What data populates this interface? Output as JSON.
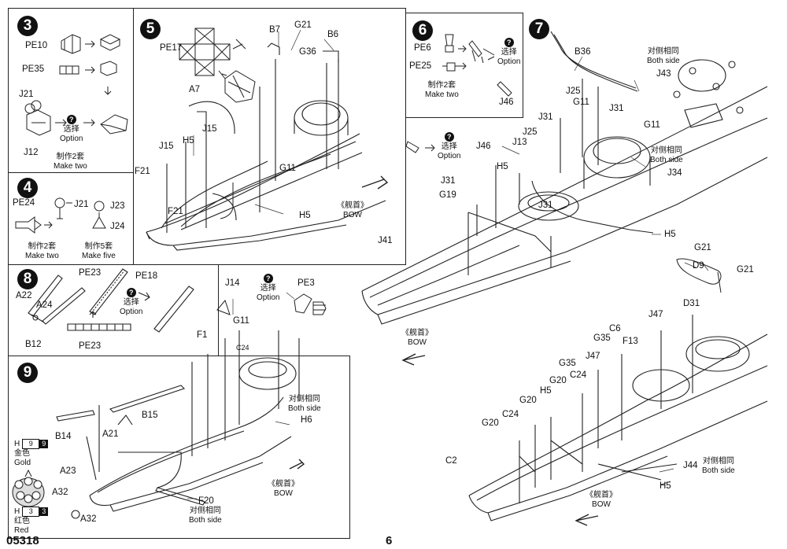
{
  "footer": {
    "catalog_no": "05318",
    "page_no": "6"
  },
  "common": {
    "make_two_cn": "制作2套",
    "make_two_en": "Make two",
    "make_five_cn": "制作5套",
    "make_five_en": "Make five",
    "option_cn": "选择",
    "option_en": "Option",
    "both_side_cn": "对侧相同",
    "both_side_en": "Both side",
    "bow_cn": "《舰首》",
    "bow_en": "BOW"
  },
  "steps": {
    "s3": "3",
    "s4": "4",
    "s5": "5",
    "s6": "6",
    "s7": "7",
    "s8": "8",
    "s9": "9"
  },
  "step3": {
    "parts": [
      "PE10",
      "PE35",
      "J21",
      "J12"
    ]
  },
  "step4": {
    "parts": [
      "PE24",
      "J21",
      "J23",
      "J24"
    ]
  },
  "step5": {
    "parts": [
      "PE17",
      "B7",
      "G21",
      "B6",
      "G36",
      "A7",
      "J15",
      "H5",
      "J15",
      "F21",
      "G11",
      "F21",
      "H5"
    ]
  },
  "step6": {
    "parts": [
      "PE6",
      "PE25",
      "J46"
    ]
  },
  "step7": {
    "parts": [
      "B36",
      "J43",
      "J25",
      "G11",
      "J31",
      "J31",
      "J25",
      "G11",
      "J13",
      "J46",
      "H5",
      "J34",
      "J31",
      "G19",
      "J31",
      "H5",
      "G21",
      "D9",
      "G21",
      "J41",
      "D31"
    ]
  },
  "step7b": {
    "parts": [
      "J47",
      "C6",
      "G35",
      "F13",
      "J47",
      "G35",
      "C24",
      "G20",
      "H5",
      "G20",
      "C24",
      "G20",
      "C2",
      "J44",
      "H5"
    ]
  },
  "step8": {
    "parts": [
      "PE23",
      "PE18",
      "A22",
      "A24",
      "B12",
      "PE23"
    ]
  },
  "step9": {
    "parts": [
      "J14",
      "PE3",
      "G11",
      "F1",
      "C24",
      "B15",
      "B14",
      "A21",
      "H6",
      "A23",
      "A32",
      "F20",
      "A32"
    ]
  },
  "paints": {
    "gold_code": "H",
    "gold_num1": "9",
    "gold_num2": "9",
    "gold_cn": "金色",
    "gold_en": "Gold",
    "red_code": "H",
    "red_num1": "3",
    "red_num2": "3",
    "red_cn": "红色",
    "red_en": "Red"
  }
}
